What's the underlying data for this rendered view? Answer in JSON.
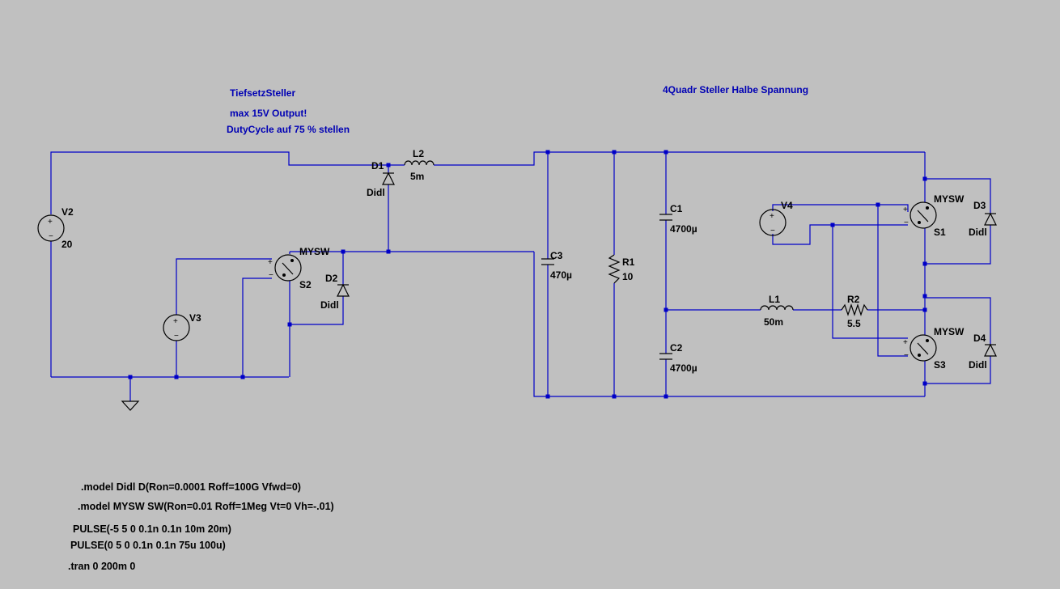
{
  "comments": {
    "buck_title": "TiefsetzSteller",
    "buck_note1": "max 15V Output!",
    "buck_note2": "DutyCycle auf 75 % stellen",
    "fourq_title": "4Quadr Steller Halbe Spannung"
  },
  "components": {
    "V2": {
      "name": "V2",
      "value": "20"
    },
    "V3": {
      "name": "V3"
    },
    "V4": {
      "name": "V4"
    },
    "S2": {
      "name": "S2",
      "model": "MYSW"
    },
    "S1": {
      "name": "S1",
      "model": "MYSW"
    },
    "S3": {
      "name": "S3",
      "model": "MYSW"
    },
    "D1": {
      "name": "D1",
      "model": "Didl"
    },
    "D2": {
      "name": "D2",
      "model": "Didl"
    },
    "D3": {
      "name": "D3",
      "model": "Didl"
    },
    "D4": {
      "name": "D4",
      "model": "Didl"
    },
    "L2": {
      "name": "L2",
      "value": "5m"
    },
    "L1": {
      "name": "L1",
      "value": "50m"
    },
    "C3": {
      "name": "C3",
      "value": "470µ"
    },
    "C1": {
      "name": "C1",
      "value": "4700µ"
    },
    "C2": {
      "name": "C2",
      "value": "4700µ"
    },
    "R1": {
      "name": "R1",
      "value": "10"
    },
    "R2": {
      "name": "R2",
      "value": "5.5"
    }
  },
  "directives": {
    "model_diode": ".model Didl D(Ron=0.0001 Roff=100G Vfwd=0)",
    "model_switch": ".model MYSW SW(Ron=0.01 Roff=1Meg Vt=0 Vh=-.01)",
    "pulse1": "PULSE(-5 5 0 0.1n 0.1n 10m 20m)",
    "pulse2": "PULSE(0 5 0 0.1n 0.1n 75u 100u)",
    "tran": ".tran 0 200m 0"
  },
  "colors": {
    "background": "#c0c0c0",
    "wire": "#0000c8",
    "comment": "#0000b4",
    "symbol": "#000000"
  }
}
